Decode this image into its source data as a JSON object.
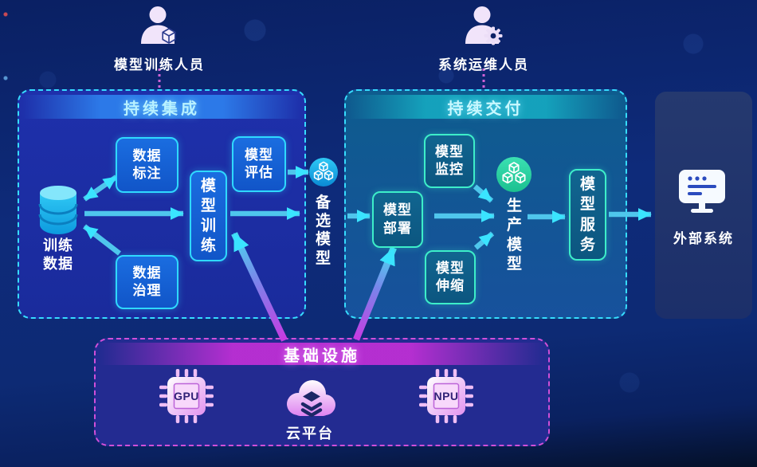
{
  "actors": [
    {
      "label": "模型训练人员"
    },
    {
      "label": "系统运维人员"
    }
  ],
  "ci": {
    "title": "持续集成",
    "training_data": "训练数据",
    "data_annotation": "数据标注",
    "data_governance": "数据治理",
    "model_training": "模型训练",
    "model_evaluation": "模型评估"
  },
  "candidate": {
    "label": "备选模型"
  },
  "cd": {
    "title": "持续交付",
    "model_deployment": "模型部署",
    "model_monitoring": "模型监控",
    "model_scaling": "模型伸缩",
    "production_model": "生产模型",
    "model_service": "模型服务"
  },
  "external": {
    "label": "外部系统"
  },
  "infra": {
    "title": "基础设施",
    "gpu": "GPU",
    "cloud": "云平台",
    "npu": "NPU"
  },
  "colors": {
    "cyan_border": "#36dcff",
    "mint_border": "#3deec9",
    "magenta_border": "#d14fd8",
    "arrow_cyan": "#4fc6ec",
    "arrow_head": "#3ae4ff",
    "gradient_arrow_bottom": "#c83ae2",
    "gradient_arrow_top": "#43e0f0",
    "left_panel_bg": "#1c2da4",
    "right_panel_bg": "#12578f",
    "infra_panel_bg": "#232b91",
    "candidate_icon": "#18b5ef",
    "production_icon": "#2bd3a4",
    "background": "#0d2a78"
  }
}
